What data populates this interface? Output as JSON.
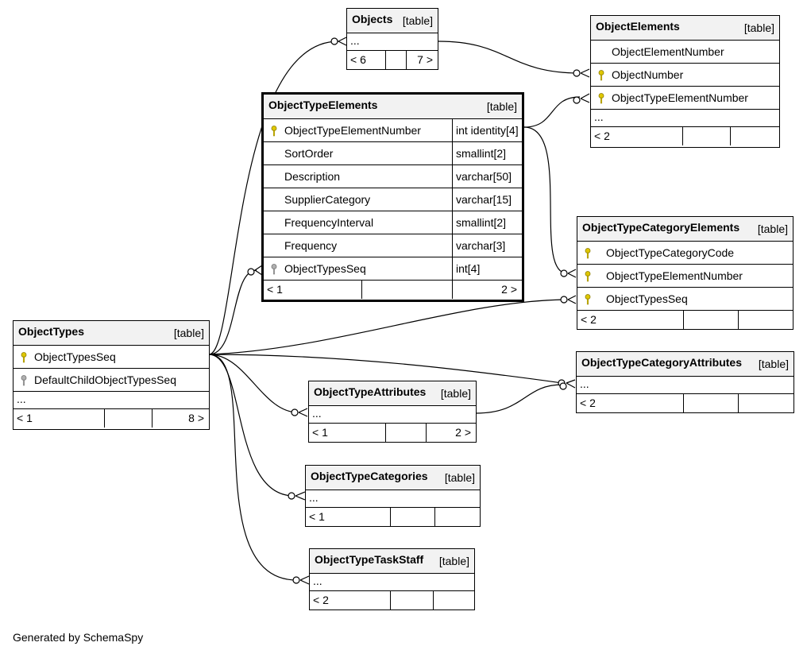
{
  "footer": "Generated by SchemaSpy",
  "kind_label": "[table]",
  "tables": {
    "objects": {
      "name": "Objects",
      "dots": "...",
      "foot_left": "< 6",
      "foot_right": "7 >"
    },
    "object_elements": {
      "name": "ObjectElements",
      "columns": [
        "ObjectElementNumber",
        "ObjectNumber",
        "ObjectTypeElementNumber"
      ],
      "dots": "...",
      "foot_left": "< 2"
    },
    "object_type_elements": {
      "name": "ObjectTypeElements",
      "columns": [
        {
          "name": "ObjectTypeElementNumber",
          "type": "int identity[4]"
        },
        {
          "name": "SortOrder",
          "type": "smallint[2]"
        },
        {
          "name": "Description",
          "type": "varchar[50]"
        },
        {
          "name": "SupplierCategory",
          "type": "varchar[15]"
        },
        {
          "name": "FrequencyInterval",
          "type": "smallint[2]"
        },
        {
          "name": "Frequency",
          "type": "varchar[3]"
        },
        {
          "name": "ObjectTypesSeq",
          "type": "int[4]"
        }
      ],
      "foot_left": "< 1",
      "foot_right": "2 >"
    },
    "object_type_category_elements": {
      "name": "ObjectTypeCategoryElements",
      "columns": [
        "ObjectTypeCategoryCode",
        "ObjectTypeElementNumber",
        "ObjectTypesSeq"
      ],
      "foot_left": "< 2"
    },
    "object_types": {
      "name": "ObjectTypes",
      "columns": [
        "ObjectTypesSeq",
        "DefaultChildObjectTypesSeq"
      ],
      "dots": "...",
      "foot_left": "< 1",
      "foot_right": "8 >"
    },
    "object_type_category_attributes": {
      "name": "ObjectTypeCategoryAttributes",
      "dots": "...",
      "foot_left": "< 2"
    },
    "object_type_attributes": {
      "name": "ObjectTypeAttributes",
      "dots": "...",
      "foot_left": "< 1",
      "foot_right": "2 >"
    },
    "object_type_categories": {
      "name": "ObjectTypeCategories",
      "dots": "...",
      "foot_left": "< 1"
    },
    "object_type_task_staff": {
      "name": "ObjectTypeTaskStaff",
      "dots": "...",
      "foot_left": "< 2"
    }
  },
  "colors": {
    "pk_key": "#e0c800",
    "fk_key": "#b0b0b0",
    "header_bg": "#f2f2f2"
  }
}
